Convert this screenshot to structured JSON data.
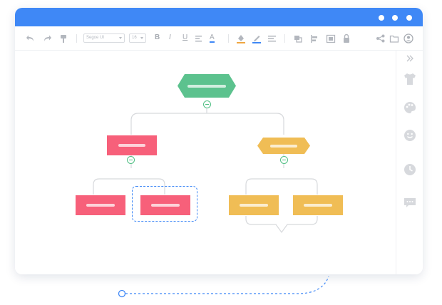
{
  "app": {
    "accent_color": "#3f88f6",
    "window_controls": [
      "dot",
      "dot",
      "dot"
    ]
  },
  "toolbar": {
    "font_family_value": "Segoe UI",
    "font_size_value": "16",
    "bold_label": "B",
    "italic_label": "I",
    "underline_label": "U",
    "font_color_label": "A",
    "icons": [
      "undo-icon",
      "redo-icon",
      "format-painter-icon",
      "bold-icon",
      "italic-icon",
      "underline-icon",
      "text-align-icon",
      "font-color-icon",
      "fill-color-icon",
      "line-color-icon",
      "line-style-icon",
      "layer-icon",
      "align-icon",
      "group-icon",
      "lock-icon",
      "share-icon",
      "folder-icon",
      "user-icon"
    ]
  },
  "sidepanel": {
    "icons": [
      "expand-icon",
      "theme-shirt-icon",
      "palette-icon",
      "emoji-icon",
      "clock-icon",
      "comment-icon"
    ]
  },
  "mindmap": {
    "colors": {
      "root": "#5cc28e",
      "branch_left": "#f7607a",
      "branch_right": "#f0bd55",
      "connector": "#d7d9dc",
      "collapse": "#4fbf83",
      "selection": "#3f88f6"
    },
    "nodes": [
      {
        "id": "root",
        "shape": "hexagon",
        "color": "root"
      },
      {
        "id": "branch-left",
        "shape": "rectangle",
        "color": "branch_left"
      },
      {
        "id": "branch-right",
        "shape": "hexagon",
        "color": "branch_right"
      },
      {
        "id": "leaf-left-1",
        "shape": "rectangle",
        "color": "branch_left"
      },
      {
        "id": "leaf-left-2",
        "shape": "rectangle",
        "color": "branch_left",
        "selected": true
      },
      {
        "id": "leaf-right-1",
        "shape": "rectangle",
        "color": "branch_right"
      },
      {
        "id": "leaf-right-2",
        "shape": "rectangle",
        "color": "branch_right"
      }
    ]
  }
}
